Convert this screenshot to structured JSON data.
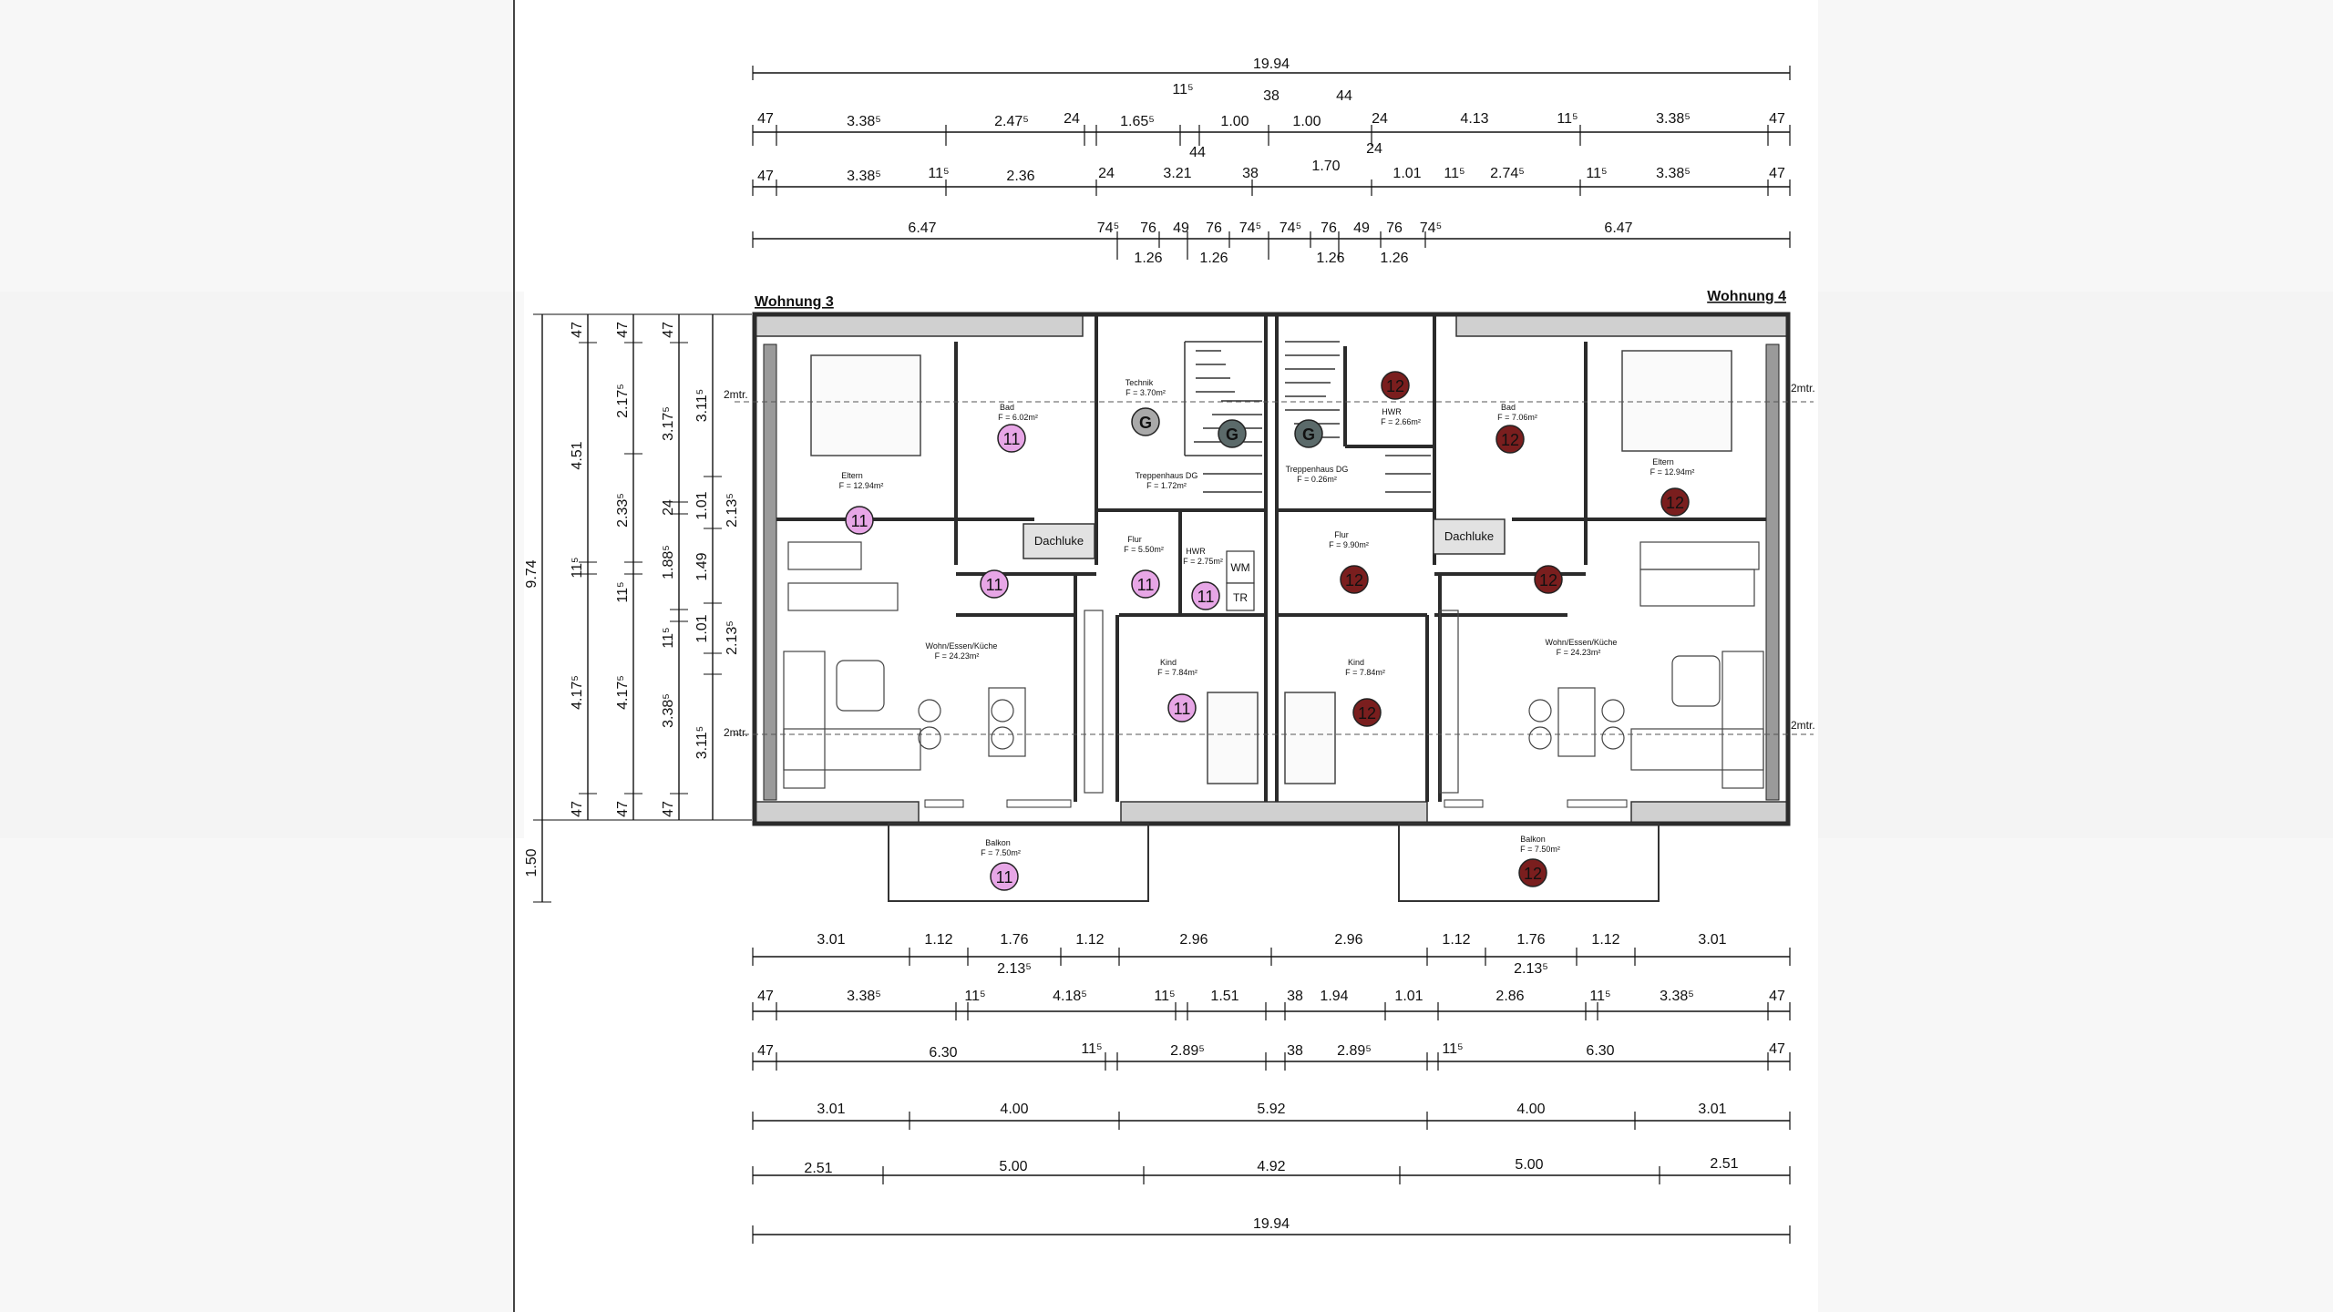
{
  "apartments": {
    "left": {
      "title": "Wohnung 3",
      "number": "11"
    },
    "right": {
      "title": "Wohnung 4",
      "number": "12"
    }
  },
  "rooms": {
    "eltern_left": {
      "name": "Eltern",
      "area": "F = 12.94m²"
    },
    "eltern_right": {
      "name": "Eltern",
      "area": "F = 12.94m²"
    },
    "bad_left": {
      "name": "Bad",
      "area": "F = 6.02m²"
    },
    "bad_right": {
      "name": "Bad",
      "area": "F = 7.06m²"
    },
    "technik": {
      "name": "Technik",
      "area": "F = 3.70m²"
    },
    "hwr_right": {
      "name": "HWR",
      "area": "F = 2.66m²"
    },
    "treppe_left": {
      "name": "Treppenhaus DG",
      "area": "F = 1.72m²"
    },
    "treppe_right": {
      "name": "Treppenhaus DG",
      "area": "F = 0.26m²"
    },
    "flur_left": {
      "name": "Flur",
      "area": "F = 5.50m²"
    },
    "flur_right": {
      "name": "Flur",
      "area": "F = 9.90m²"
    },
    "hwr_left": {
      "name": "HWR",
      "area": "F = 2.75m²"
    },
    "wohn_left": {
      "name": "Wohn/Essen/Küche",
      "area": "F = 24.23m²"
    },
    "wohn_right": {
      "name": "Wohn/Essen/Küche",
      "area": "F = 24.23m²"
    },
    "kind_left": {
      "name": "Kind",
      "area": "F = 7.84m²"
    },
    "kind_right": {
      "name": "Kind",
      "area": "F = 7.84m²"
    },
    "balkon_left": {
      "name": "Balkon",
      "area": "F = 7.50m²"
    },
    "balkon_right": {
      "name": "Balkon",
      "area": "F = 7.50m²"
    }
  },
  "labels": {
    "dachluke": "Dachluke",
    "wm": "WM",
    "tr": "TR",
    "gas": "G",
    "two_mtr": "2mtr."
  },
  "top_dims": {
    "total": "19.94",
    "row1": [
      "47",
      "3.38⁵",
      "2.47⁵",
      "24",
      "1.65⁵",
      "11⁵",
      "1.00",
      "38",
      "1.00",
      "44",
      "24",
      "4.13",
      "11⁵",
      "3.38⁵",
      "47"
    ],
    "row1_extra": [
      "44",
      "24"
    ],
    "row2": [
      "47",
      "3.38⁵",
      "11⁵",
      "2.36",
      "24",
      "3.21",
      "38",
      "1.70",
      "1.01",
      "11⁵",
      "2.74⁵",
      "11⁵",
      "3.38⁵",
      "47"
    ],
    "row3": [
      "6.47",
      "74⁵",
      "76",
      "49",
      "76",
      "74⁵",
      "74⁵",
      "76",
      "49",
      "76",
      "74⁵",
      "6.47"
    ],
    "row3_sub": [
      "1.26",
      "1.26",
      "1.26",
      "1.26"
    ]
  },
  "left_dims": {
    "total": "9.74",
    "balkon": "1.50",
    "col1": [
      "47",
      "4.51",
      "11⁵",
      "4.17⁵",
      "47"
    ],
    "col2": [
      "47",
      "2.17⁵",
      "2.33⁵",
      "11⁵",
      "4.17⁵",
      "47"
    ],
    "col3": [
      "47",
      "3.17⁵",
      "24",
      "1.88⁵",
      "11⁵",
      "3.38⁵",
      "47"
    ],
    "col4": [
      "3.11⁵",
      "1.01",
      "1.49",
      "1.01",
      "3.11⁵"
    ],
    "col5": [
      "2.13⁵",
      "2.13⁵"
    ]
  },
  "bottom_dims": {
    "row1": [
      "3.01",
      "1.12",
      "1.76",
      "1.12",
      "2.96",
      "2.96",
      "1.12",
      "1.76",
      "1.12",
      "3.01"
    ],
    "row1_sub": [
      "2.13⁵",
      "2.13⁵"
    ],
    "row2": [
      "47",
      "3.38⁵",
      "11⁵",
      "4.18⁵",
      "11⁵",
      "1.51",
      "38",
      "1.94",
      "1.01",
      "2.86",
      "11⁵",
      "3.38⁵",
      "47"
    ],
    "row3": [
      "47",
      "6.30",
      "11⁵",
      "2.89⁵",
      "38",
      "2.89⁵",
      "11⁵",
      "6.30",
      "47"
    ],
    "row4": [
      "3.01",
      "4.00",
      "5.92",
      "4.00",
      "3.01"
    ],
    "row5": [
      "2.51",
      "5.00",
      "4.92",
      "5.00",
      "2.51"
    ],
    "total": "19.94"
  },
  "colors": {
    "apt3_badge": "#e7a6e6",
    "apt4_badge": "#7a1e1e",
    "wall": "#2b2b2b",
    "dim_line": "#111111"
  }
}
